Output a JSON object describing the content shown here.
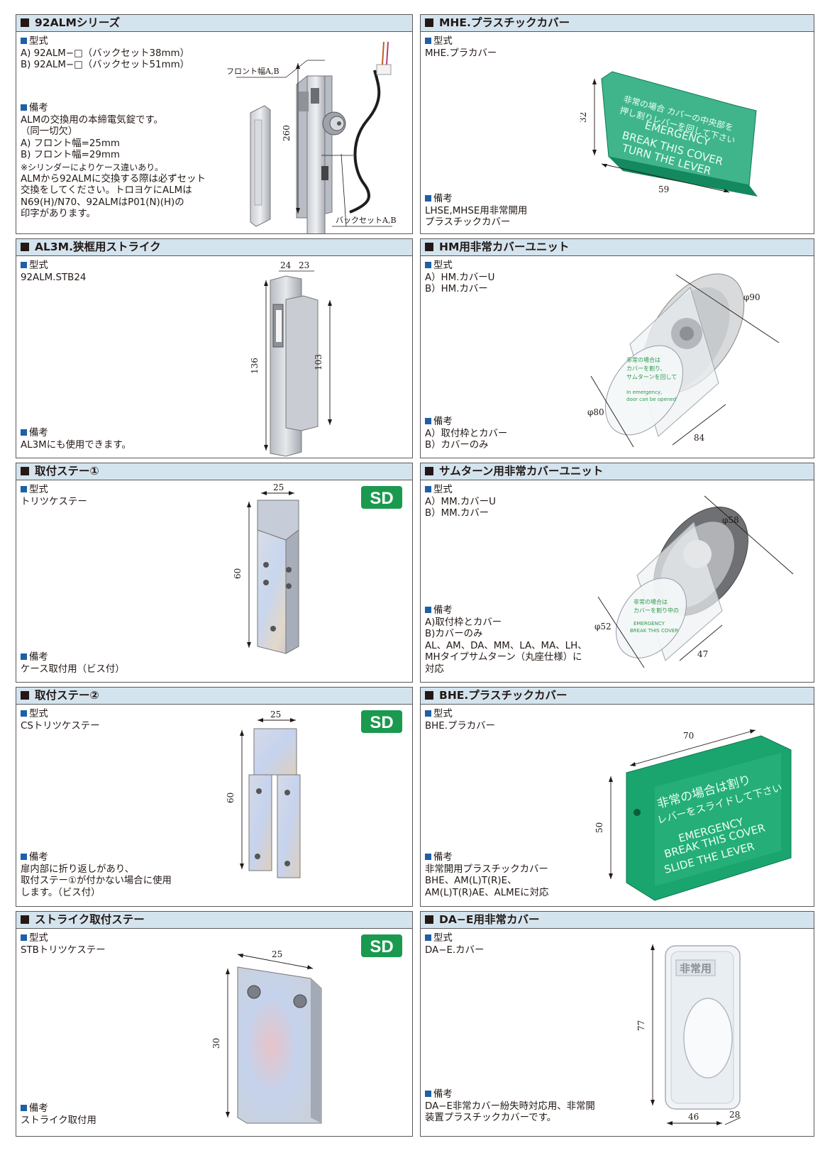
{
  "panels": {
    "p1": {
      "title": "92ALMシリーズ",
      "model_header": "型式",
      "model_lines": [
        "A) 92ALM−□（バックセット38mm）",
        "B) 92ALM−□（バックセット51mm）"
      ],
      "note_header": "備考",
      "note_lines": [
        "ALMの交換用の本締電気錠です。",
        "（同一切欠）",
        "A) フロント幅=25mm",
        "B) フロント幅=29mm",
        "※シリンダーによりケース違いあり。",
        "ALMから92ALMに交換する際は必ずセット",
        "交換をしてください。トロヨケにALMは",
        "N69(H)/N70、92ALMはP01(N)(H)の",
        "印字があります。"
      ],
      "dims": {
        "front": "フロント幅A,B",
        "height": "260",
        "backset": "バックセットA,B"
      }
    },
    "p2": {
      "title": "MHE.プラスチックカバー",
      "model_header": "型式",
      "model_lines": [
        "MHE.プラカバー"
      ],
      "note_header": "備考",
      "note_lines": [
        "LHSE,MHSE用非常開用",
        "プラスチックカバー"
      ],
      "dims": {
        "h": "32",
        "w": "59"
      },
      "plate_text": [
        "非常の場合 カバーの中央部を",
        "押し割りレバーを回して下さい",
        "EMERGENCY",
        "BREAK THIS COVER",
        "TURN THE LEVER"
      ]
    },
    "p3": {
      "title": "AL3M.狭框用ストライク",
      "model_header": "型式",
      "model_lines": [
        "92ALM.STB24"
      ],
      "note_header": "備考",
      "note_lines": [
        "AL3Mにも使用できます。"
      ],
      "dims": {
        "w1": "24",
        "w2": "23",
        "h1": "136",
        "h2": "103"
      }
    },
    "p4": {
      "title": "HM用非常カバーユニット",
      "model_header": "型式",
      "model_lines": [
        "A）HM.カバーU",
        "B）HM.カバー"
      ],
      "note_header": "備考",
      "note_lines": [
        "A）取付枠とカバー",
        "B）カバーのみ"
      ],
      "dims": {
        "d1": "φ90",
        "d2": "φ80",
        "l": "84"
      }
    },
    "p5": {
      "title": "取付ステー①",
      "model_header": "型式",
      "model_lines": [
        "トリツケステー"
      ],
      "note_header": "備考",
      "note_lines": [
        "ケース取付用（ビス付）"
      ],
      "dims": {
        "w": "25",
        "h": "60"
      },
      "logo": "SD"
    },
    "p6": {
      "title": "サムターン用非常カバーユニット",
      "model_header": "型式",
      "model_lines": [
        "A）MM.カバーU",
        "B）MM.カバー"
      ],
      "note_header": "備考",
      "note_lines": [
        "A)取付枠とカバー",
        "B)カバーのみ",
        "AL、AM、DA、MM、LA、MA、LH、",
        "MHタイプサムターン（丸座仕様）に",
        "対応"
      ],
      "dims": {
        "d1": "φ58",
        "d2": "φ52",
        "l": "47"
      }
    },
    "p7": {
      "title": "取付ステー②",
      "model_header": "型式",
      "model_lines": [
        "CSトリツケステー"
      ],
      "note_header": "備考",
      "note_lines": [
        "扉内部に折り返しがあり、",
        "取付ステー①が付かない場合に使用",
        "します。（ビス付）"
      ],
      "dims": {
        "w": "25",
        "h": "60"
      },
      "logo": "SD"
    },
    "p8": {
      "title": "BHE.プラスチックカバー",
      "model_header": "型式",
      "model_lines": [
        "BHE.プラカバー"
      ],
      "note_header": "備考",
      "note_lines": [
        "非常開用プラスチックカバー",
        "BHE、AM(L)T(R)E、",
        "AM(L)T(R)AE、ALMEに対応"
      ],
      "dims": {
        "w": "70",
        "h": "50"
      },
      "plate_text": [
        "非常の場合は割り",
        "レバーをスライドして下さい",
        "EMERGENCY",
        "BREAK THIS COVER",
        "SLIDE THE LEVER"
      ]
    },
    "p9": {
      "title": "ストライク取付ステー",
      "model_header": "型式",
      "model_lines": [
        "STBトリツケステー"
      ],
      "note_header": "備考",
      "note_lines": [
        "ストライク取付用"
      ],
      "dims": {
        "w": "25",
        "h": "30"
      },
      "logo": "SD"
    },
    "p10": {
      "title": "DA−E用非常カバー",
      "model_header": "型式",
      "model_lines": [
        "DA−E.カバー"
      ],
      "note_header": "備考",
      "note_lines": [
        "DA−E非常カバー紛失時対応用、非常開",
        "装置プラスチックカバーです。"
      ],
      "dims": {
        "h": "77",
        "w": "46",
        "d": "28"
      },
      "label": "非常用"
    }
  },
  "colors": {
    "header_bg": "#d4e4ee",
    "bullet": "#1f5fa8",
    "green": "#1aa56e",
    "logo": "#1a9a4f"
  }
}
